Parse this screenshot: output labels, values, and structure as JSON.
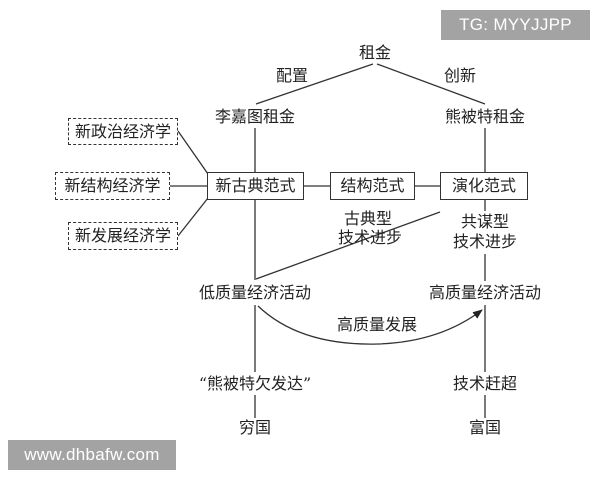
{
  "watermarks": {
    "top": "TG: MYYJJPP",
    "bottom": "www.dhbafw.com",
    "color": "#a3a3a3"
  },
  "diagram": {
    "root": "租金",
    "edge_labels": {
      "left": "配置",
      "right": "创新"
    },
    "rents": {
      "left": "李嘉图租金",
      "right": "熊被特租金"
    },
    "schools": [
      "新政治经济学",
      "新结构经济学",
      "新发展经济学"
    ],
    "paradigms": [
      "新古典范式",
      "结构范式",
      "演化范式"
    ],
    "tech_progress": {
      "left": [
        "古典型",
        "技术进步"
      ],
      "right": [
        "共谋型",
        "技术进步"
      ]
    },
    "activities": {
      "low": "低质量经济活动",
      "high": "高质量经济活动"
    },
    "arrow_label": "高质量发展",
    "outcomes_mid": {
      "left": "“熊被特欠发达”",
      "right": "技术赶超"
    },
    "outcomes_bottom": {
      "left": "穷国",
      "right": "富国"
    }
  }
}
